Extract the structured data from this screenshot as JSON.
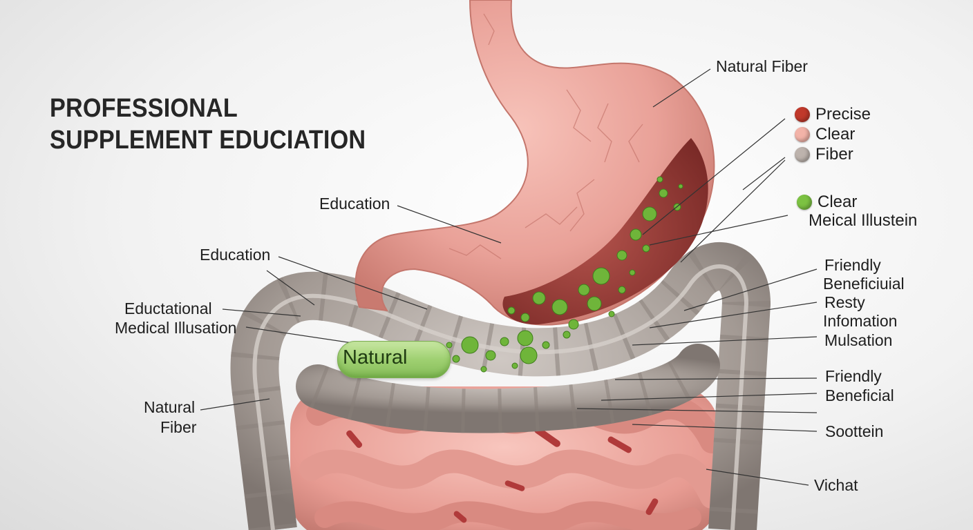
{
  "title": {
    "line1": "PROFESSIONAL",
    "line2": "SUPPLEMENT EDUCIATION"
  },
  "pill_label": "Natural",
  "legend": [
    {
      "label": "Precise",
      "color": "#c0392b"
    },
    {
      "label": "Clear",
      "color": "#f2b3a8"
    },
    {
      "label": "Fiber",
      "color": "#bdb3ad"
    },
    {
      "label": "Clear",
      "color": "#7cc242"
    }
  ],
  "legend_sub": "Meical Illustein",
  "labels_left": {
    "education_top": "Education",
    "education_mid": "Education",
    "educational_1": "Eductational",
    "educational_2": "Medical Illusation",
    "natural_1": "Natural",
    "natural_2": "Fiber"
  },
  "labels_right": {
    "natural_fiber": "Natural Fiber",
    "friendly_1": "Friendly",
    "beneficiuial": "Beneficiuial",
    "resty": "Resty",
    "infomation": "Infomation",
    "mulsation": "Mulsation",
    "friendly_2": "Friendly",
    "beneficial": "Beneficial",
    "soottein": "Soottein",
    "vichat": "Vichat"
  },
  "colors": {
    "stomach": "#eaa59b",
    "colon": "#a59c97",
    "intestine": "#efa8a0",
    "particles": "#6fb53a"
  }
}
